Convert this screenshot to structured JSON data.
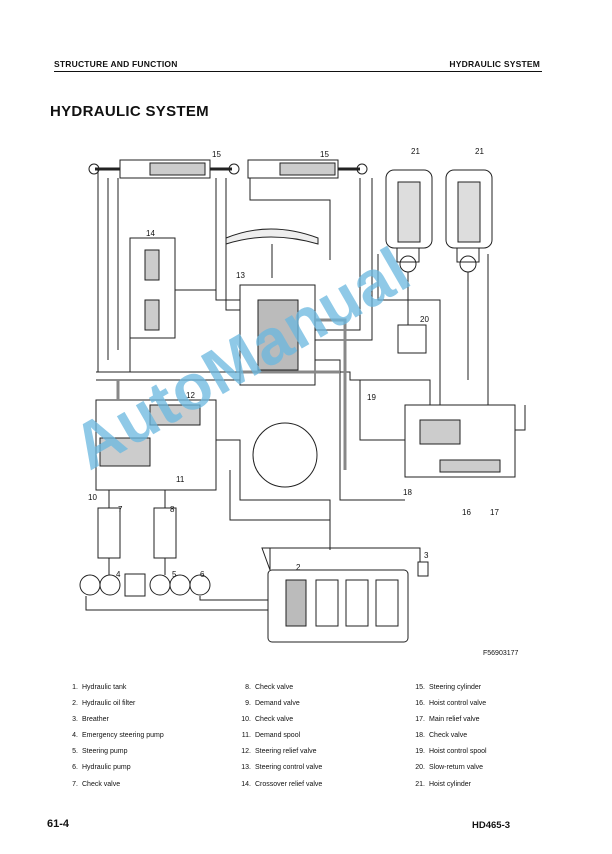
{
  "header": {
    "left": "STRUCTURE AND FUNCTION",
    "right": "HYDRAULIC SYSTEM"
  },
  "title": "HYDRAULIC SYSTEM",
  "watermark": "AutoManual",
  "figure_number": "F56903177",
  "callouts": [
    "15",
    "15",
    "21",
    "21",
    "14",
    "13",
    "12",
    "19",
    "20",
    "10",
    "11",
    "18",
    "16",
    "17",
    "7",
    "8",
    "4",
    "5",
    "6",
    "2",
    "3"
  ],
  "legend": {
    "col1": [
      {
        "n": "1.",
        "t": "Hydraulic tank"
      },
      {
        "n": "2.",
        "t": "Hydraulic oil filter"
      },
      {
        "n": "3.",
        "t": "Breather"
      },
      {
        "n": "4.",
        "t": "Emergency steering pump"
      },
      {
        "n": "5.",
        "t": "Steering pump"
      },
      {
        "n": "6.",
        "t": "Hydraulic pump"
      },
      {
        "n": "7.",
        "t": "Check valve"
      }
    ],
    "col2": [
      {
        "n": "8.",
        "t": "Check valve"
      },
      {
        "n": "9.",
        "t": "Demand valve"
      },
      {
        "n": "10.",
        "t": "Check valve"
      },
      {
        "n": "11.",
        "t": "Demand spool"
      },
      {
        "n": "12.",
        "t": "Steering relief valve"
      },
      {
        "n": "13.",
        "t": "Steering control valve"
      },
      {
        "n": "14.",
        "t": "Crossover relief valve"
      }
    ],
    "col3": [
      {
        "n": "15.",
        "t": "Steering cylinder"
      },
      {
        "n": "16.",
        "t": "Hoist control valve"
      },
      {
        "n": "17.",
        "t": "Main relief valve"
      },
      {
        "n": "18.",
        "t": "Check valve"
      },
      {
        "n": "19.",
        "t": "Hoist control spool"
      },
      {
        "n": "20.",
        "t": "Slow-return valve"
      },
      {
        "n": "21.",
        "t": "Hoist cylinder"
      }
    ]
  },
  "footer": {
    "page": "61-4",
    "model": "HD465-3"
  }
}
